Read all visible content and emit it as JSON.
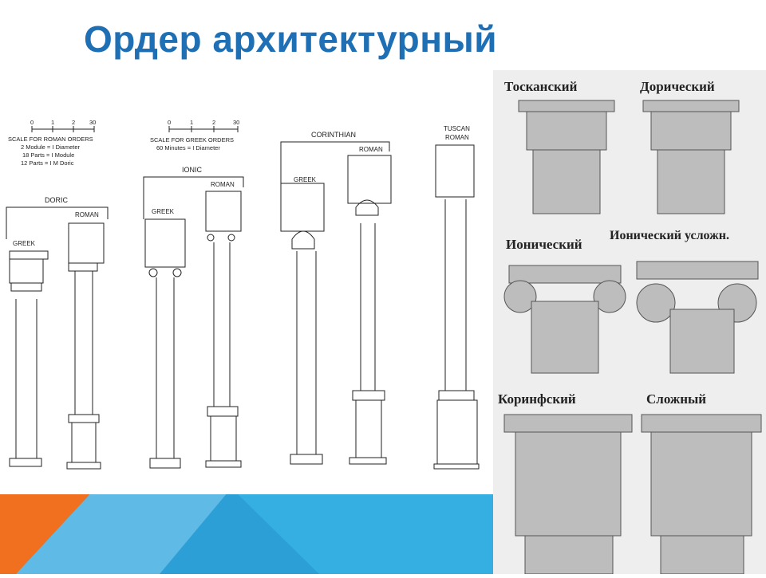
{
  "title": "Ордер архитектурный",
  "colors": {
    "title": "#1f6fb5",
    "band_orange": "#f07020",
    "band_blue": "#35aee2",
    "band_blue_light": "#7cc6ea"
  },
  "scale_roman": {
    "ticks": [
      "0",
      "1",
      "2",
      "30"
    ],
    "line1": "SCALE FOR ROMAN ORDERS",
    "line2": "2 Module = I Diameter",
    "line3": "18 Parts = I Module",
    "line4": "12 Parts = I M Doric"
  },
  "scale_greek": {
    "ticks": [
      "0",
      "1",
      "2",
      "30"
    ],
    "line1": "SCALE FOR GREEK ORDERS",
    "line2": "60 Minutes = I Diameter"
  },
  "orders": {
    "doric": "DORIC",
    "ionic": "IONIC",
    "corinthian": "CORINTHIAN",
    "tuscan": "TUSCAN",
    "greek": "GREEK",
    "roman": "ROMAN"
  },
  "photo_labels": {
    "tuscan": "Тосканский",
    "doric": "Дорический",
    "ionic": "Ионический",
    "ionic_complex": "Ионический усложн.",
    "corinthian": "Коринфский",
    "composite": "Сложный"
  }
}
